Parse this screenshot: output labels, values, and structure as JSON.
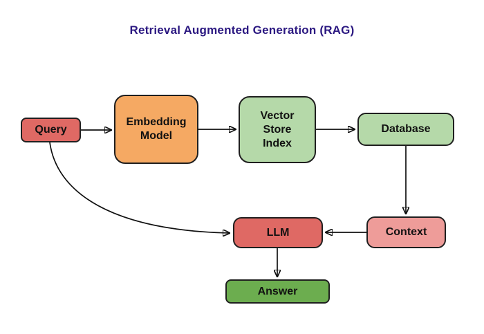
{
  "title": {
    "text": "Retrieval Augmented Generation (RAG)",
    "color": "#2B1881"
  },
  "diagram": {
    "nodes": {
      "query": {
        "label": "Query",
        "fill": "#DF6964"
      },
      "embed": {
        "label": "Embedding\nModel",
        "fill": "#F5A963"
      },
      "vector": {
        "label": "Vector\nStore\nIndex",
        "fill": "#B5D9A9"
      },
      "database": {
        "label": "Database",
        "fill": "#B5D9A9"
      },
      "llm": {
        "label": "LLM",
        "fill": "#DF6964"
      },
      "context": {
        "label": "Context",
        "fill": "#EE9C99"
      },
      "answer": {
        "label": "Answer",
        "fill": "#6CAD4F"
      }
    },
    "edges": [
      {
        "from": "Query",
        "to": "Embedding Model"
      },
      {
        "from": "Embedding Model",
        "to": "Vector Store Index"
      },
      {
        "from": "Vector Store Index",
        "to": "Database"
      },
      {
        "from": "Database",
        "to": "Context"
      },
      {
        "from": "Context",
        "to": "LLM"
      },
      {
        "from": "Query",
        "to": "LLM"
      },
      {
        "from": "LLM",
        "to": "Answer"
      }
    ],
    "edge_color": "#111111"
  }
}
